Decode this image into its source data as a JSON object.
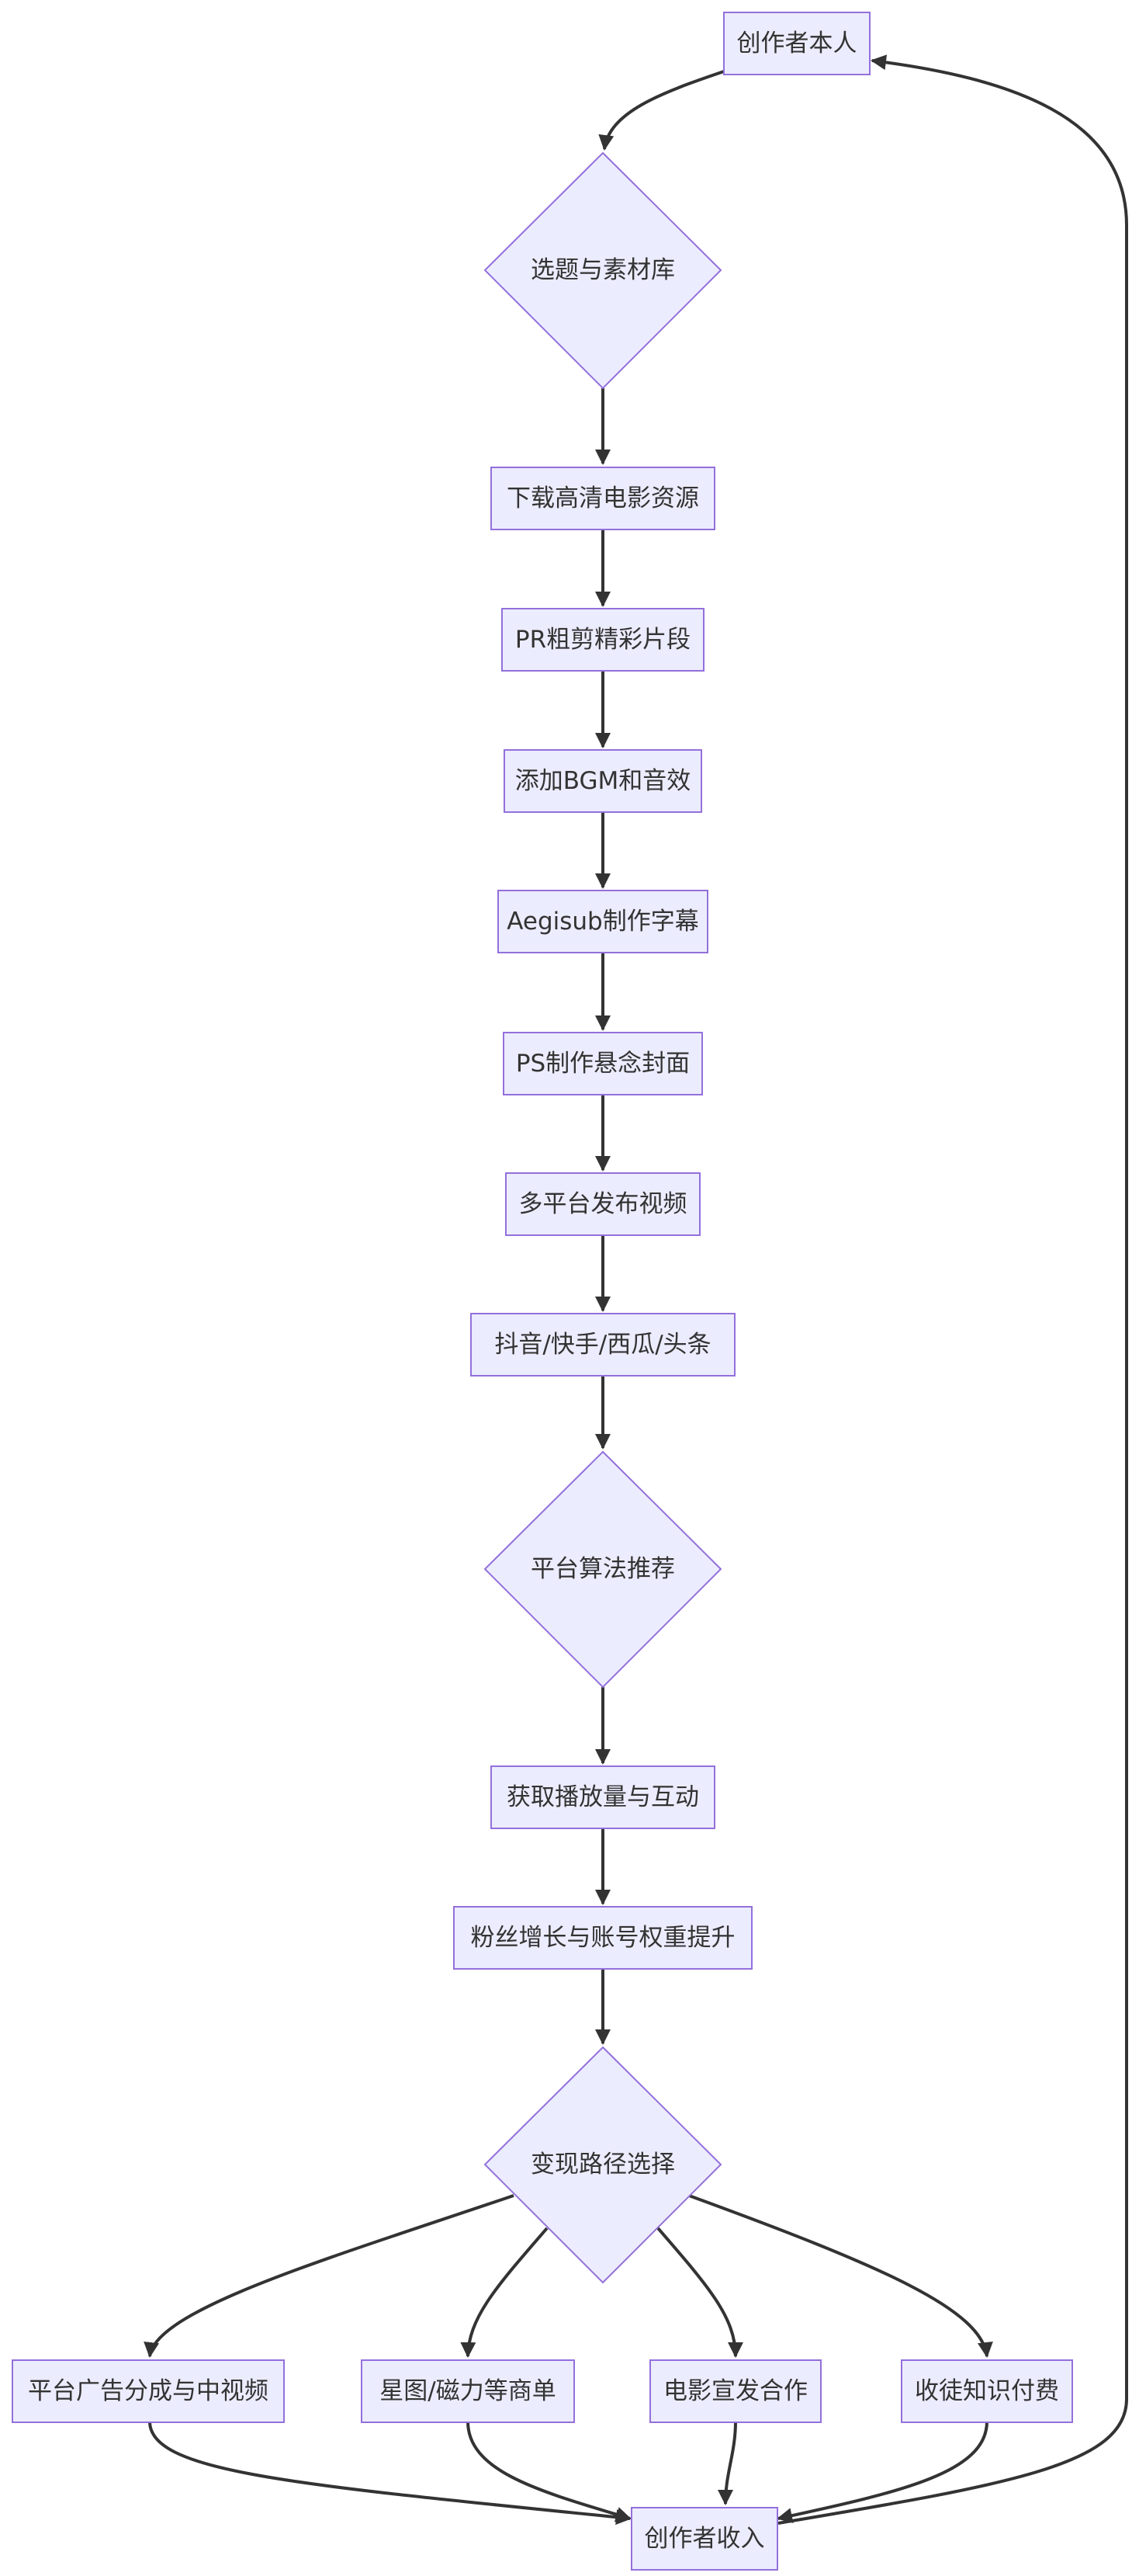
{
  "nodes": {
    "creator": "创作者本人",
    "topic": "选题与素材库",
    "download": "下载高清电影资源",
    "rough_cut": "PR粗剪精彩片段",
    "bgm": "添加BGM和音效",
    "subtitle": "Aegisub制作字幕",
    "cover": "PS制作悬念封面",
    "publish": "多平台发布视频",
    "platforms": "抖音/快手/西瓜/头条",
    "algorithm": "平台算法推荐",
    "views": "获取播放量与互动",
    "fans": "粉丝增长与账号权重提升",
    "monetize": "变现路径选择",
    "ad_share": "平台广告分成与中视频",
    "brand_deals": "星图/磁力等商单",
    "promo": "电影宣发合作",
    "course": "收徒知识付费",
    "income": "创作者收入"
  },
  "colors": {
    "node_fill": "#ECECFF",
    "node_stroke": "#9370DB",
    "edge": "#333333",
    "text": "#333333"
  }
}
